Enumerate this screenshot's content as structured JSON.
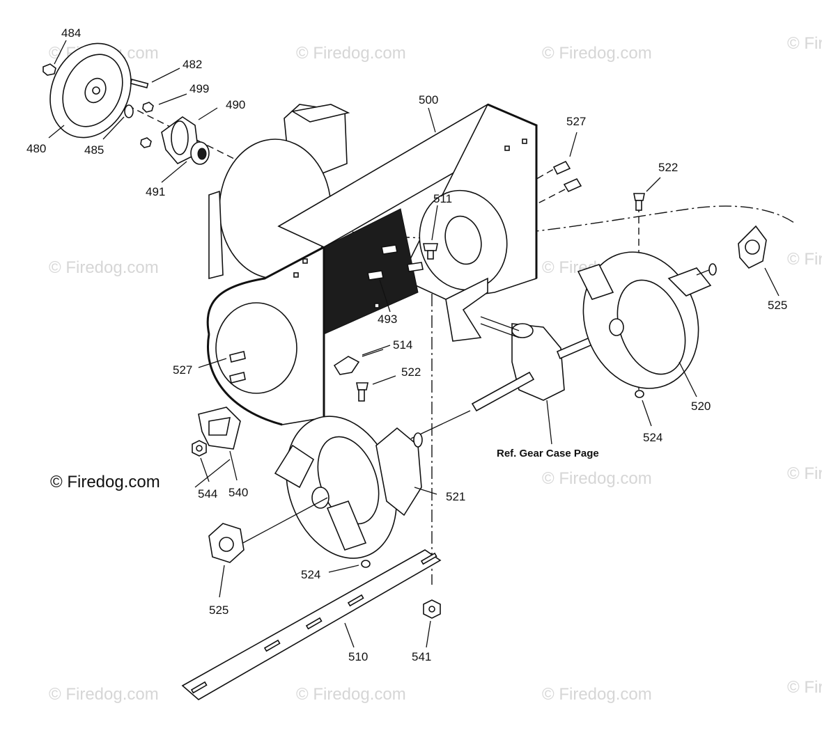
{
  "watermark": "© Firedog.com",
  "brand": "© Firedog.com",
  "reference_note": "Ref. Gear Case Page",
  "parts": {
    "p484": "484",
    "p482": "482",
    "p499": "499",
    "p490": "490",
    "p480": "480",
    "p485": "485",
    "p491": "491",
    "p500": "500",
    "p527a": "527",
    "p522a": "522",
    "p511": "511",
    "p525a": "525",
    "p493": "493",
    "p514": "514",
    "p527b": "527",
    "p522b": "522",
    "p520": "520",
    "p524a": "524",
    "p544": "544",
    "p540": "540",
    "p521": "521",
    "p524b": "524",
    "p525b": "525",
    "p510": "510",
    "p541": "541"
  }
}
